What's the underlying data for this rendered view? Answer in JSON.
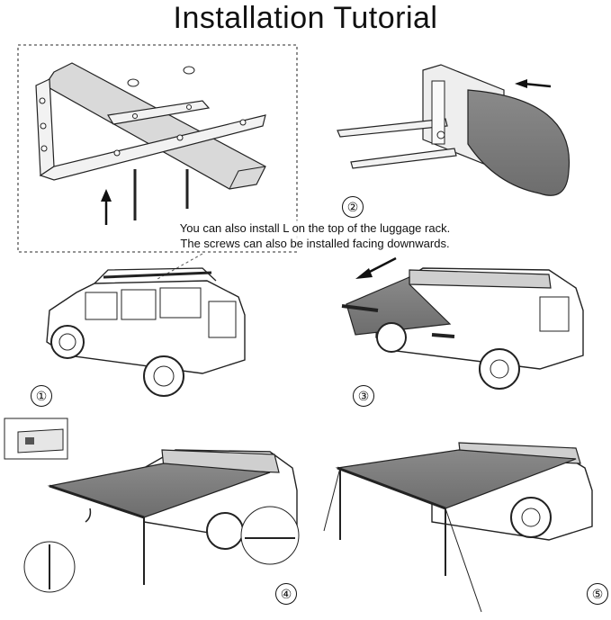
{
  "title": "Installation Tutorial",
  "note": {
    "line1": "You can also install L on the top of the luggage rack.",
    "line2": "The screws can also be installed facing downwards."
  },
  "steps": [
    "①",
    "②",
    "③",
    "④",
    "⑤"
  ]
}
